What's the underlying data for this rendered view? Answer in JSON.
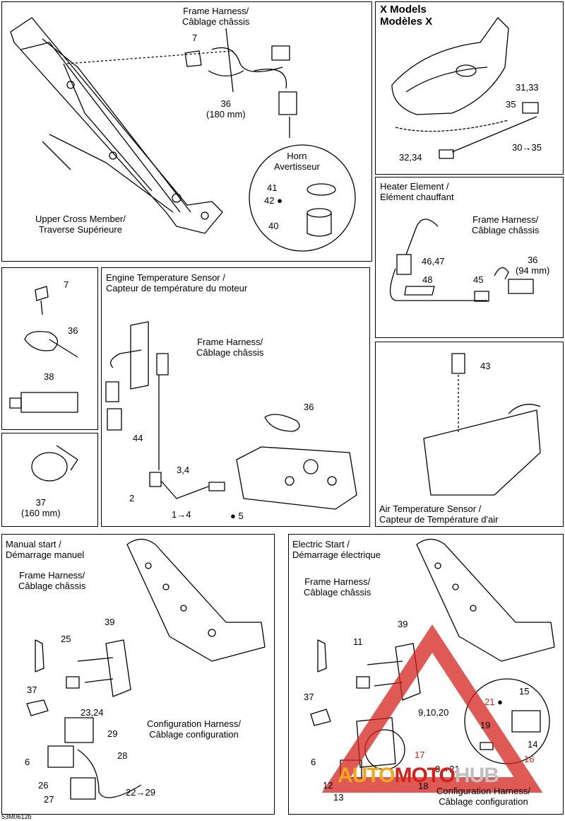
{
  "drawing_code": "53M0612b",
  "watermark": {
    "part1": "AUTO",
    "part2": "MOTO",
    "part3": "HUB"
  },
  "panels": {
    "frame": {
      "frame_harness": [
        "Frame Harness/",
        "Câblage châssis"
      ],
      "cross_member": [
        "Upper Cross Member/",
        "Traverse Supérieure"
      ],
      "horn": [
        "Horn",
        "Avertisseur"
      ],
      "n7": "7",
      "n36": "36",
      "n36_len": "(180 mm)",
      "n41": "41",
      "n42": "42",
      "n40": "40"
    },
    "x_models": {
      "title": [
        "X Models",
        "Modèles X"
      ],
      "n31_33": "31,33",
      "n35": "35",
      "n30_35": "30→35",
      "n32_34": "32,34"
    },
    "heater": {
      "title": [
        "Heater Element /",
        "Elément chauffant"
      ],
      "frame_harness": [
        "Frame Harness/",
        "Câblage châssis"
      ],
      "n46_47": "46,47",
      "n36": "36",
      "n36_len": "(94 mm)",
      "n48": "48",
      "n45": "45"
    },
    "hardware": {
      "n7": "7",
      "n36": "36",
      "n38": "38"
    },
    "clamp": {
      "n37": "37",
      "n37_len": "(160 mm)"
    },
    "engine_temp": {
      "title": [
        "Engine Temperature Sensor /",
        "Capteur de température du moteur"
      ],
      "frame_harness": [
        "Frame Harness/",
        "Câblage châssis"
      ],
      "n44": "44",
      "n36": "36",
      "n3_4": "3,4",
      "n2": "2",
      "n1_4": "1→4",
      "n5": "5"
    },
    "air_temp": {
      "title": [
        "Air Temperature Sensor /",
        "Capteur de Température d'air"
      ],
      "n43": "43"
    },
    "manual": {
      "title": [
        "Manual start /",
        "Démarrage manuel"
      ],
      "frame_harness": [
        "Frame Harness/",
        "Câblage châssis"
      ],
      "config_harness": [
        "Configuration Harness/",
        "Câblage configuration"
      ],
      "n25": "25",
      "n39": "39",
      "n37": "37",
      "n23_24": "23,24",
      "n29": "29",
      "n28": "28",
      "n6": "6",
      "n26": "26",
      "n27": "27",
      "n22_29": "22→29"
    },
    "electric": {
      "title": [
        "Electric Start /",
        "Démarrage électrique"
      ],
      "frame_harness": [
        "Frame Harness/",
        "Câblage châssis"
      ],
      "config_harness": [
        "Configuration Harness/",
        "Câblage configuration"
      ],
      "n11": "11",
      "n39": "39",
      "n37": "37",
      "n9_10_20": "9,10,20",
      "n21": "21",
      "n15": "15",
      "n19": "19",
      "n14": "14",
      "n16": "16",
      "n17": "17",
      "n6": "6",
      "n8_21": "8→21",
      "n12": "12",
      "n13": "13",
      "n18": "18"
    }
  }
}
